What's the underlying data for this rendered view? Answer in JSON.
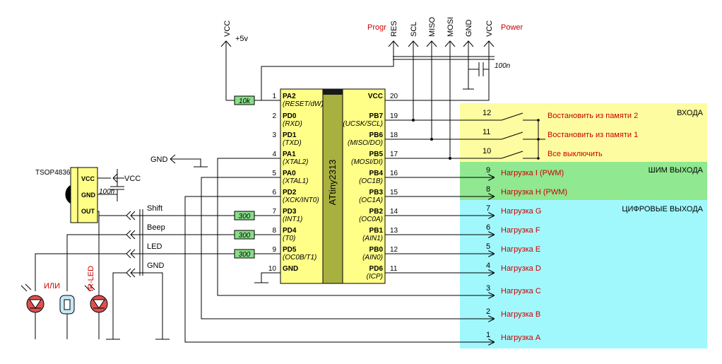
{
  "colors": {
    "chip": "#ffff88",
    "chip_center": "#a8b040",
    "chip_notch": "#1a1a1a",
    "inputs_zone": "#fdfca0",
    "pwm_zone": "#90e890",
    "digital_zone": "#a0f8fc",
    "resistor": "#88dd88",
    "red_text": "#cc0000"
  },
  "chip": {
    "name": "ATtiny2313",
    "left_pins": [
      {
        "num": "1",
        "name": "PA2",
        "alt": "(RESET/dW)"
      },
      {
        "num": "2",
        "name": "PD0",
        "alt": "(RXD)"
      },
      {
        "num": "3",
        "name": "PD1",
        "alt": "(TXD)"
      },
      {
        "num": "4",
        "name": "PA1",
        "alt": "(XTAL2)"
      },
      {
        "num": "5",
        "name": "PA0",
        "alt": "(XTAL1)"
      },
      {
        "num": "6",
        "name": "PD2",
        "alt": "(XCK/INT0)"
      },
      {
        "num": "7",
        "name": "PD3",
        "alt": "(INT1)"
      },
      {
        "num": "8",
        "name": "PD4",
        "alt": "(T0)"
      },
      {
        "num": "9",
        "name": "PD5",
        "alt": "(OC0B/T1)"
      },
      {
        "num": "10",
        "name": "GND",
        "alt": ""
      }
    ],
    "right_pins": [
      {
        "num": "20",
        "name": "VCC",
        "alt": ""
      },
      {
        "num": "19",
        "name": "PB7",
        "alt": "(UCSK/SCL)"
      },
      {
        "num": "18",
        "name": "PB6",
        "alt": "(MISO/DO)"
      },
      {
        "num": "17",
        "name": "PB5",
        "alt": "(MOSI/DI)"
      },
      {
        "num": "16",
        "name": "PB4",
        "alt": "(OC1B)"
      },
      {
        "num": "15",
        "name": "PB3",
        "alt": "(OC1A)"
      },
      {
        "num": "14",
        "name": "PB2",
        "alt": "(OC0A)"
      },
      {
        "num": "13",
        "name": "PB1",
        "alt": "(AIN1)"
      },
      {
        "num": "12",
        "name": "PB0",
        "alt": "(AIN0)"
      },
      {
        "num": "11",
        "name": "PD6",
        "alt": "(ICP)"
      }
    ]
  },
  "top": {
    "vcc_left": "VCC",
    "plus5": "+5v",
    "progr": "Progr",
    "power": "Power",
    "headers": [
      "RES",
      "SCL",
      "MISO",
      "MOSI",
      "GND",
      "VCC"
    ],
    "cap": "100n"
  },
  "resistors": {
    "r_reset": "10k",
    "r_shift": "300",
    "r_beep": "300",
    "r_led": "300"
  },
  "tsop": {
    "name": "TSOP4836",
    "pins": [
      "VCC",
      "GND",
      "OUT"
    ],
    "vcc": "VCC",
    "cap": "100n"
  },
  "left": {
    "gnd_label": "GND",
    "lines": [
      "Shift",
      "Beep",
      "LED",
      "GND"
    ],
    "ili": "ИЛИ",
    "ir_led": "IR-LED"
  },
  "zones": {
    "inputs": "ВХОДА",
    "pwm": "ШИМ ВЫХОДА",
    "digital": "ЦИФРОВЫЕ ВЫХОДА"
  },
  "buttons": [
    {
      "num": "12",
      "label": "Востановить из памяти 2"
    },
    {
      "num": "11",
      "label": "Востановить из памяти 1"
    },
    {
      "num": "10",
      "label": "Все выключить"
    }
  ],
  "loads": [
    {
      "num": "9",
      "label": "Нагрузка I (PWM)"
    },
    {
      "num": "8",
      "label": "Нагрузка H (PWM)"
    },
    {
      "num": "7",
      "label": "Нагрузка G"
    },
    {
      "num": "6",
      "label": "Нагрузка F"
    },
    {
      "num": "5",
      "label": "Нагрузка E"
    },
    {
      "num": "4",
      "label": "Нагрузка D"
    },
    {
      "num": "3",
      "label": "Нагрузка C"
    },
    {
      "num": "2",
      "label": "Нагрузка B"
    },
    {
      "num": "1",
      "label": "Нагрузка A"
    }
  ]
}
